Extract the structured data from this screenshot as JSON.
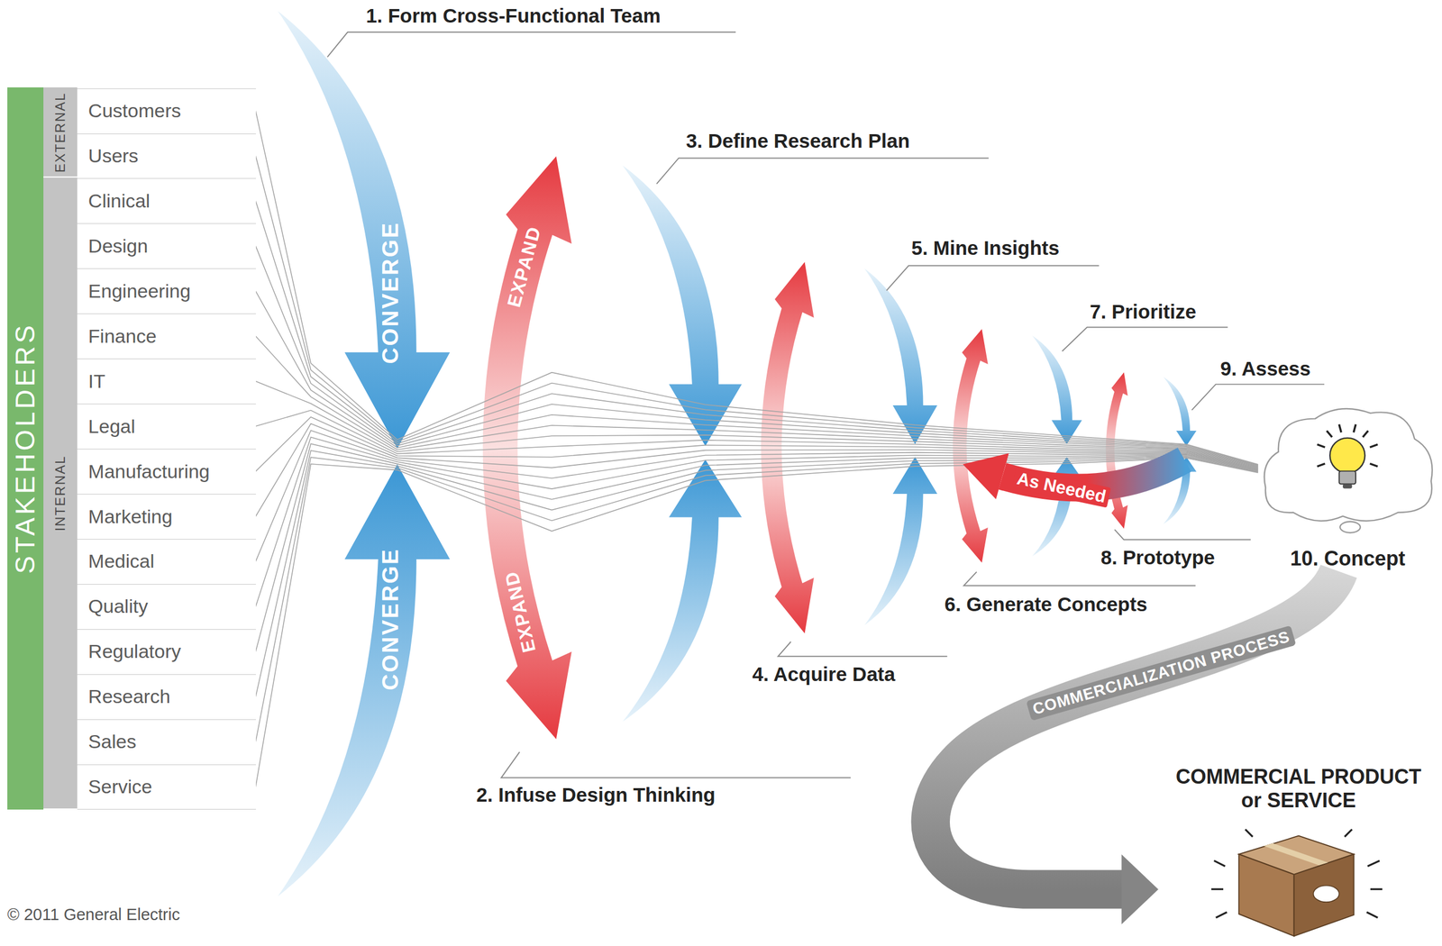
{
  "diagram": {
    "nodes": [
      {
        "text": [
          "STAKEHOLDERS"
        ]
      },
      {
        "text": [
          "EXTERNAL"
        ],
        "in": 0
      },
      {
        "text": [
          "Customers"
        ],
        "in": 1
      },
      {
        "text": [
          "Users"
        ],
        "in": 1
      },
      {
        "text": [
          "INTERNAL"
        ],
        "in": 0
      },
      {
        "text": [
          "Clinical"
        ],
        "in": 4
      },
      {
        "text": [
          "Design"
        ],
        "in": 4
      },
      {
        "text": [
          "Engineering"
        ],
        "in": 4
      },
      {
        "text": [
          "Finance"
        ],
        "in": 4
      },
      {
        "text": [
          "IT"
        ],
        "in": 4
      },
      {
        "text": [
          "Legal"
        ],
        "in": 4
      },
      {
        "text": [
          "Manufacturing"
        ],
        "in": 4
      },
      {
        "text": [
          "Marketing"
        ],
        "in": 4
      },
      {
        "text": [
          "Medical"
        ],
        "in": 4
      },
      {
        "text": [
          "Quality"
        ],
        "in": 4
      },
      {
        "text": [
          "Regulatory"
        ],
        "in": 4
      },
      {
        "text": [
          "Research"
        ],
        "in": 4
      },
      {
        "text": [
          "Sales"
        ],
        "in": 4
      },
      {
        "text": [
          "Service"
        ],
        "in": 4
      },
      {
        "text": [
          "10. Concept"
        ]
      },
      {
        "text": [
          "COMMERCIAL PRODUCT or SERVICE"
        ]
      }
    ],
    "edges": [
      {
        "from": 2,
        "to": 19,
        "arrow": "none"
      },
      {
        "from": 3,
        "to": 19,
        "arrow": "none"
      },
      {
        "from": 5,
        "to": 19,
        "arrow": "none"
      },
      {
        "from": 6,
        "to": 19,
        "arrow": "none"
      },
      {
        "from": 7,
        "to": 19,
        "arrow": "none"
      },
      {
        "from": 8,
        "to": 19,
        "arrow": "none"
      },
      {
        "from": 9,
        "to": 19,
        "arrow": "none"
      },
      {
        "from": 10,
        "to": 19,
        "arrow": "none"
      },
      {
        "from": 11,
        "to": 19,
        "arrow": "none"
      },
      {
        "from": 12,
        "to": 19,
        "arrow": "none"
      },
      {
        "from": 13,
        "to": 19,
        "arrow": "none"
      },
      {
        "from": 14,
        "to": 19,
        "arrow": "none"
      },
      {
        "from": 15,
        "to": 19,
        "arrow": "none"
      },
      {
        "from": 16,
        "to": 19,
        "arrow": "none"
      },
      {
        "from": 17,
        "to": 19,
        "arrow": "none"
      },
      {
        "from": 18,
        "to": 19,
        "arrow": "none"
      },
      {
        "from": 19,
        "to": 20,
        "label": "COMMERCIALIZATION PROCESS",
        "arrow": "to"
      }
    ],
    "labels": [
      "1. Form Cross-Functional Team",
      "2. Infuse Design Thinking",
      "3. Define Research Plan",
      "4. Acquire Data",
      "5. Mine Insights",
      "6. Generate Concepts",
      "7. Prioritize",
      "8. Prototype",
      "9. Assess",
      "CONVERGE",
      "CONVERGE",
      "EXPAND",
      "EXPAND",
      "As Needed",
      "© 2011 General Electric"
    ]
  }
}
